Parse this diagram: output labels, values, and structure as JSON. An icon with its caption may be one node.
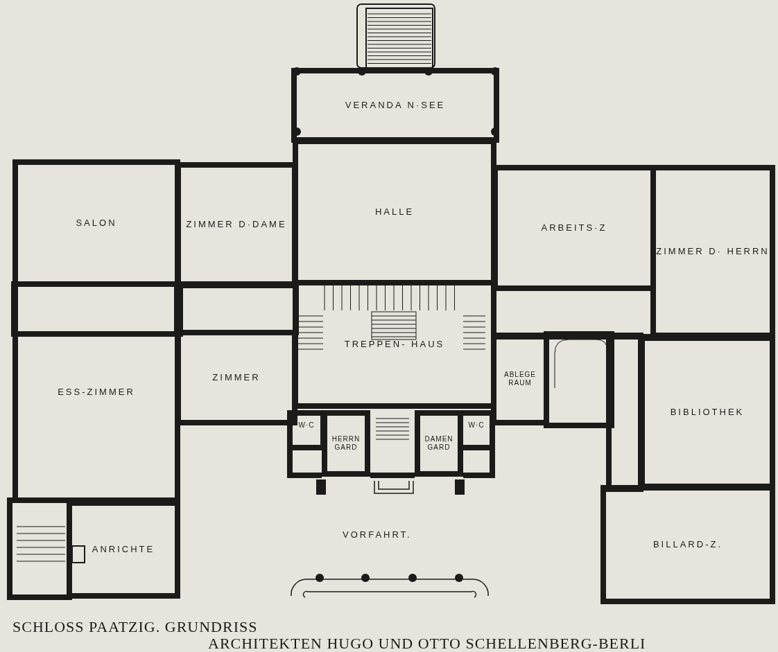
{
  "diagram": {
    "title": "SCHLOSS PAATZIG. GRUNDRISS",
    "caption": "ARCHITEKTEN HUGO UND OTTO SCHELLENBERG-BERLI",
    "nodes": [
      {
        "text": [
          "VERANDA N·SEE"
        ]
      },
      {
        "text": [
          "SALON"
        ]
      },
      {
        "text": [
          "ZIMMER D·DAME"
        ]
      },
      {
        "text": [
          "HALLE"
        ]
      },
      {
        "text": [
          "ARBEITS·Z"
        ]
      },
      {
        "text": [
          "ZIMMER D· HERRN"
        ]
      },
      {
        "text": [
          "ESS-ZIMMER"
        ]
      },
      {
        "text": [
          "ZIMMER"
        ]
      },
      {
        "text": [
          "TREPPEN- HAUS"
        ]
      },
      {
        "text": [
          "ABLEGE RAUM"
        ]
      },
      {
        "text": [
          "W·C"
        ]
      },
      {
        "text": [
          "HERRN GARD"
        ]
      },
      {
        "text": [
          "DAMEN GARD"
        ]
      },
      {
        "text": [
          "W·C"
        ]
      },
      {
        "text": [
          "BIBLIOTHEK"
        ]
      },
      {
        "text": [
          "ANRICHTE"
        ]
      },
      {
        "text": [
          "BILLARD-Z."
        ]
      }
    ],
    "labels": [
      "VORFAHRT."
    ]
  }
}
